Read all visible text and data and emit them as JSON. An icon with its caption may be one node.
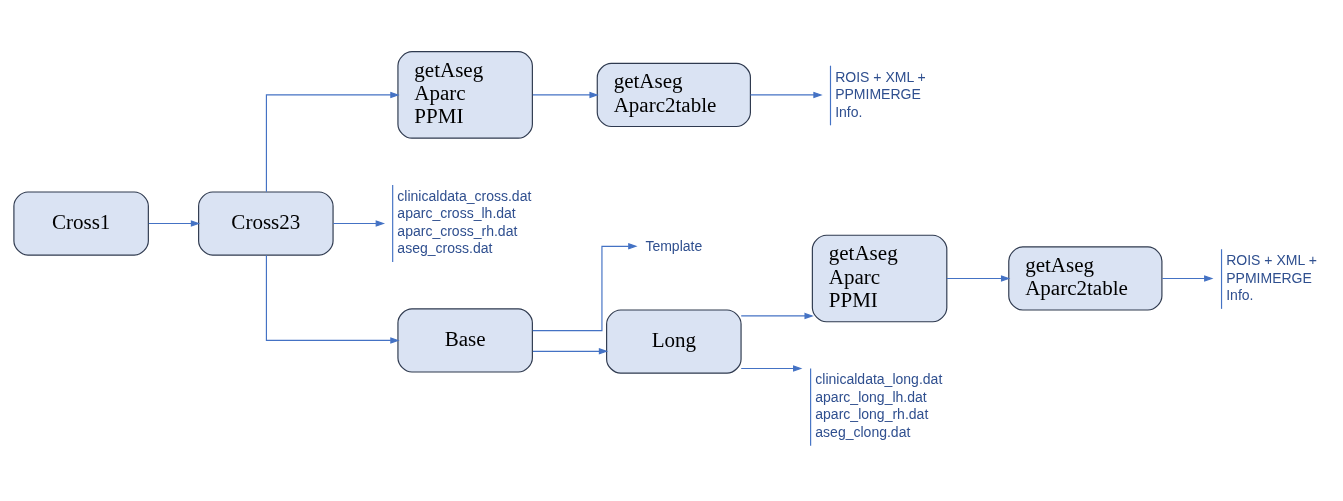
{
  "diagram": {
    "nodes": [
      {
        "text": [
          "Cross1"
        ]
      },
      {
        "text": [
          "Cross23"
        ]
      },
      {
        "text": [
          "getAseg Aparc PPMI"
        ]
      },
      {
        "text": [
          "getAseg Aparc2table"
        ]
      },
      {
        "text": [
          "clinicaldata_cross.dat",
          "aparc_cross_lh.dat",
          "aparc_cross_rh.dat",
          "aseg_cross.dat"
        ]
      },
      {
        "text": [
          "ROIS + XML + PPMIMERGE Info."
        ]
      },
      {
        "text": [
          "Base"
        ]
      },
      {
        "text": [
          "Template"
        ]
      },
      {
        "text": [
          "Long"
        ]
      },
      {
        "text": [
          "getAseg Aparc PPMI"
        ]
      },
      {
        "text": [
          "getAseg Aparc2table"
        ]
      },
      {
        "text": [
          "clinicaldata_long.dat",
          "aparc_long_lh.dat",
          "aparc_long_rh.dat",
          "aseg_clong.dat"
        ]
      },
      {
        "text": [
          "ROIS + XML + PPMIMERGE Info."
        ]
      }
    ],
    "edges": [
      {
        "from": 0,
        "to": 1,
        "arrow": "to"
      },
      {
        "from": 1,
        "to": 2,
        "arrow": "to"
      },
      {
        "from": 1,
        "to": 4,
        "arrow": "to"
      },
      {
        "from": 1,
        "to": 6,
        "arrow": "to"
      },
      {
        "from": 2,
        "to": 3,
        "arrow": "to"
      },
      {
        "from": 3,
        "to": 5,
        "arrow": "to"
      },
      {
        "from": 6,
        "to": 7,
        "arrow": "to"
      },
      {
        "from": 6,
        "to": 8,
        "arrow": "to"
      },
      {
        "from": 8,
        "to": 9,
        "arrow": "to"
      },
      {
        "from": 8,
        "to": 11,
        "arrow": "to"
      },
      {
        "from": 9,
        "to": 10,
        "arrow": "to"
      },
      {
        "from": 10,
        "to": 12,
        "arrow": "to"
      }
    ]
  }
}
